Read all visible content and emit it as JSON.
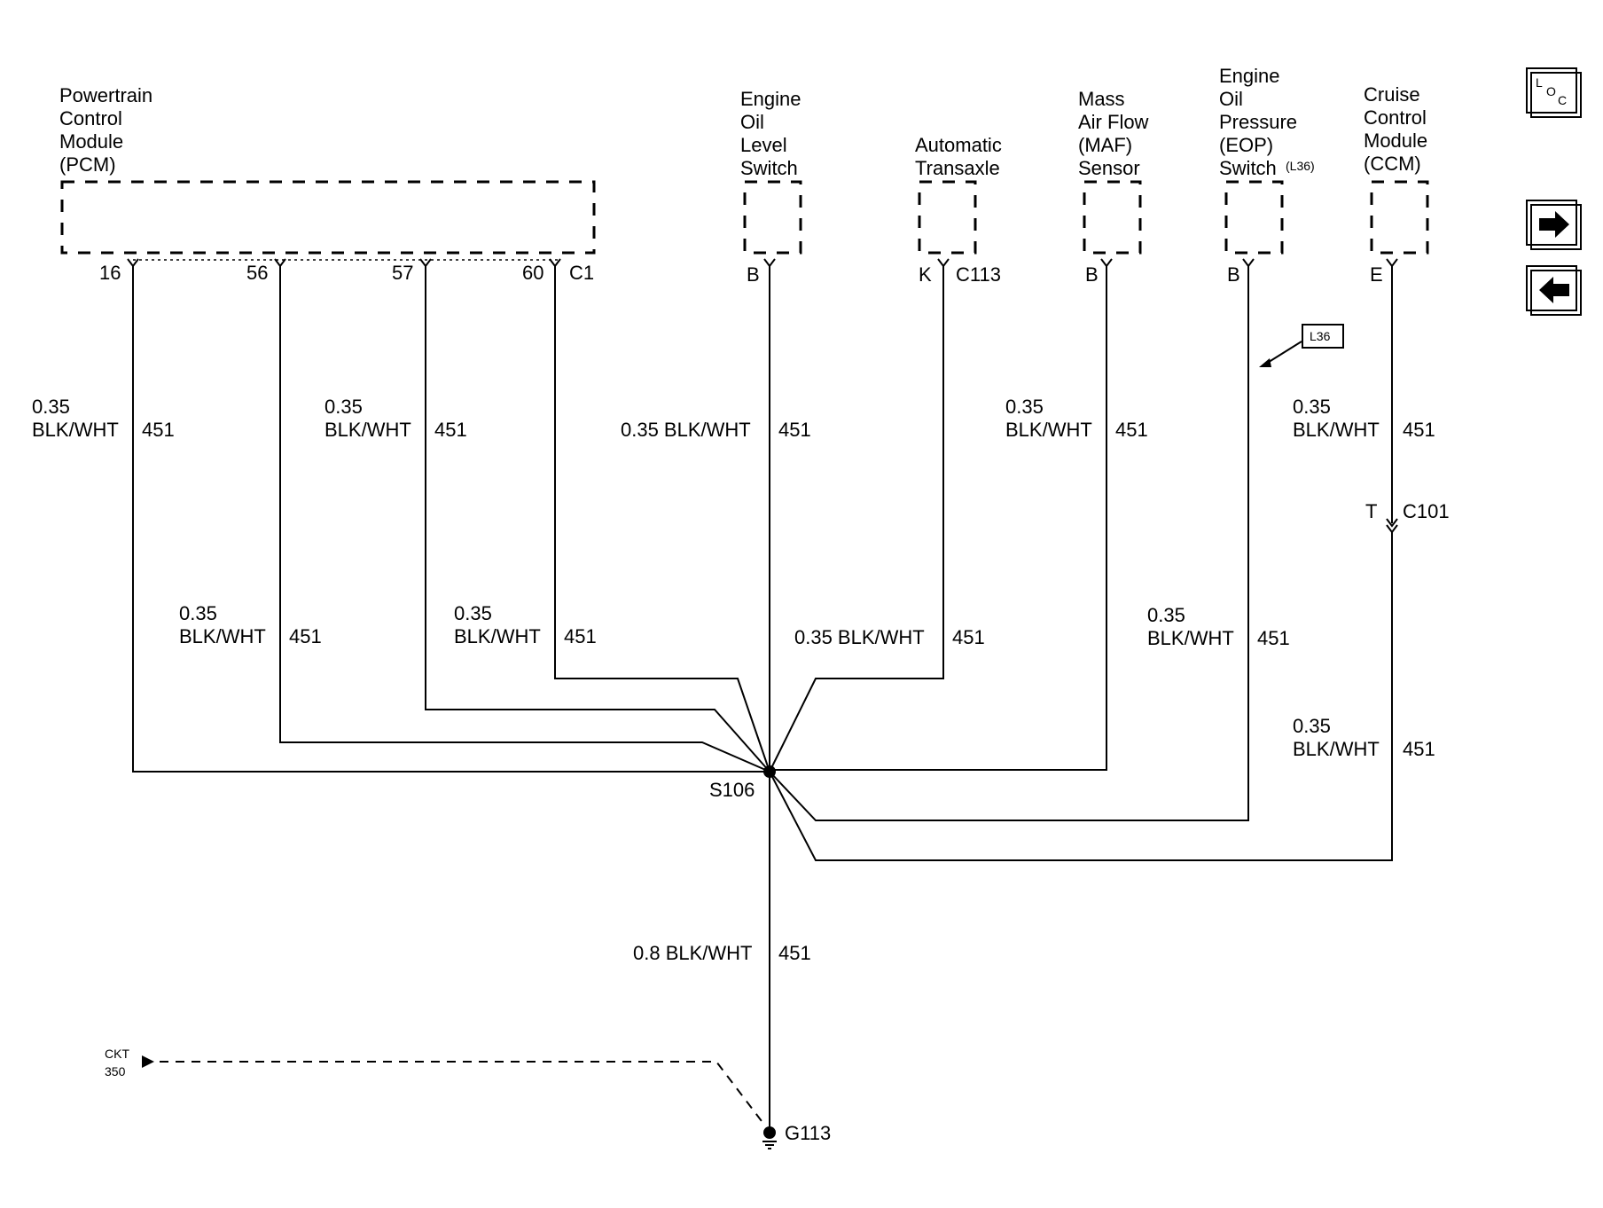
{
  "components": {
    "pcm": {
      "lines": [
        "Powertrain",
        "Control",
        "Module",
        "(PCM)"
      ]
    },
    "oil_level": {
      "lines": [
        "Engine",
        "Oil",
        "Level",
        "Switch"
      ]
    },
    "transaxle": {
      "lines": [
        "Automatic",
        "Transaxle"
      ]
    },
    "maf": {
      "lines": [
        "Mass",
        "Air Flow",
        "(MAF)",
        "Sensor"
      ]
    },
    "eop": {
      "lines": [
        "Engine",
        "Oil",
        "Pressure",
        "(EOP)",
        "Switch"
      ],
      "suffix": "(L36)"
    },
    "ccm": {
      "lines": [
        "Cruise",
        "Control",
        "Module",
        "(CCM)"
      ]
    }
  },
  "pins": {
    "pcm": [
      "16",
      "56",
      "57",
      "60"
    ],
    "pcm_connector": "C1",
    "oil_level": "B",
    "transaxle": "K",
    "transaxle_connector": "C113",
    "maf": "B",
    "eop": "B",
    "ccm": "E"
  },
  "wires": {
    "w16": {
      "gauge": "0.35",
      "color": "BLK/WHT",
      "circuit": "451"
    },
    "w56": {
      "gauge": "0.35",
      "color": "BLK/WHT",
      "circuit": "451"
    },
    "w57": {
      "gauge": "0.35",
      "color": "BLK/WHT",
      "circuit": "451"
    },
    "w60": {
      "gauge": "0.35",
      "color": "BLK/WHT",
      "circuit": "451"
    },
    "oil_level": {
      "label": "0.35 BLK/WHT",
      "circuit": "451"
    },
    "transaxle": {
      "label": "0.35 BLK/WHT",
      "circuit": "451"
    },
    "maf": {
      "gauge": "0.35",
      "color": "BLK/WHT",
      "circuit": "451"
    },
    "eop": {
      "gauge": "0.35",
      "color": "BLK/WHT",
      "circuit": "451"
    },
    "ccm_upper": {
      "gauge": "0.35",
      "color": "BLK/WHT",
      "circuit": "451"
    },
    "ccm_lower": {
      "gauge": "0.35",
      "color": "BLK/WHT",
      "circuit": "451"
    },
    "ground": {
      "label": "0.8 BLK/WHT",
      "circuit": "451"
    }
  },
  "connectors": {
    "c101_pin": "T",
    "c101": "C101"
  },
  "splice": "S106",
  "ground": "G113",
  "ckt_ref": {
    "line1": "CKT",
    "line2": "350"
  },
  "option_tag": "L36",
  "nav": {
    "loc": {
      "l": "L",
      "o": "O",
      "c": "C"
    }
  }
}
